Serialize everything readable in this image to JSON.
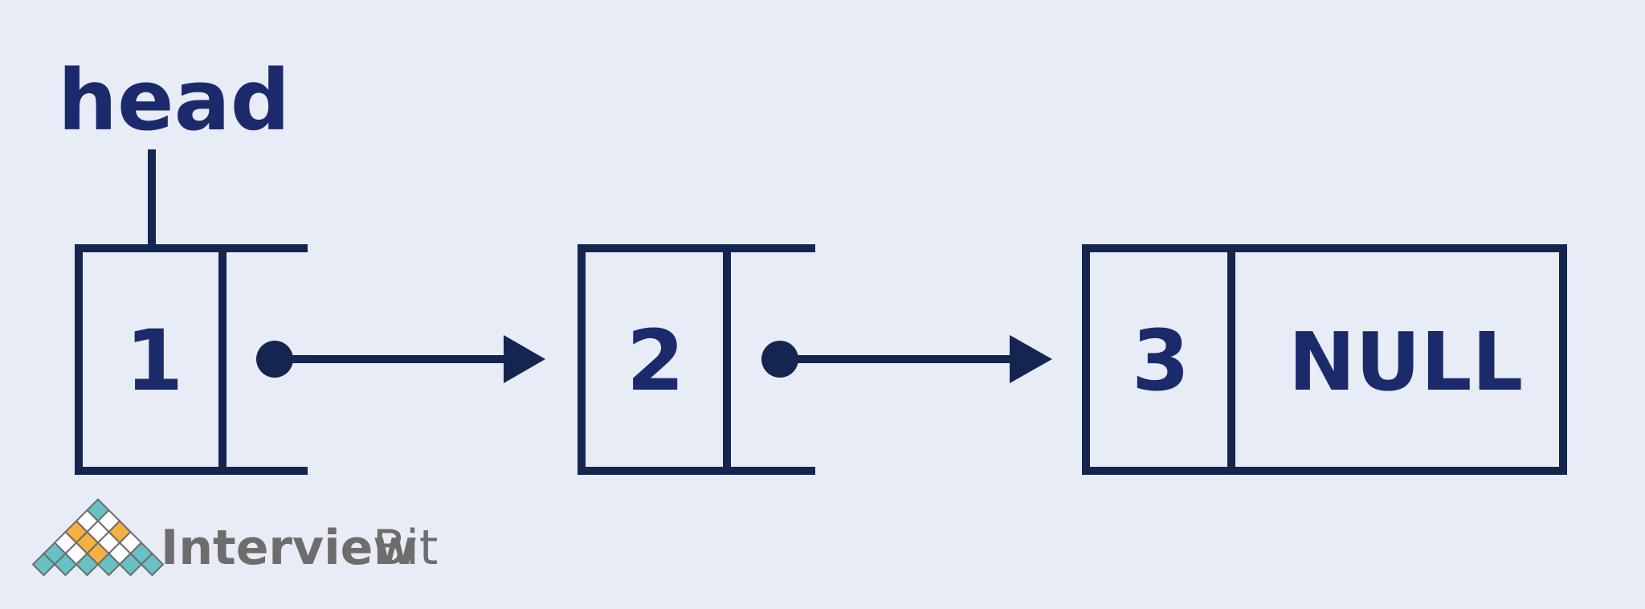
{
  "diagram": {
    "head_label": "head",
    "nodes": [
      {
        "value": "1"
      },
      {
        "value": "2"
      },
      {
        "value": "3",
        "next": "NULL"
      }
    ],
    "colors": {
      "background": "#e8ecf6",
      "stroke": "#142550",
      "text": "#1b2a6b"
    }
  },
  "brand": {
    "name_prefix": "Interview",
    "name_suffix": "Bit",
    "colors": {
      "teal": "#67c1c5",
      "orange": "#f5b03f",
      "grey": "#6d6d6d"
    }
  }
}
